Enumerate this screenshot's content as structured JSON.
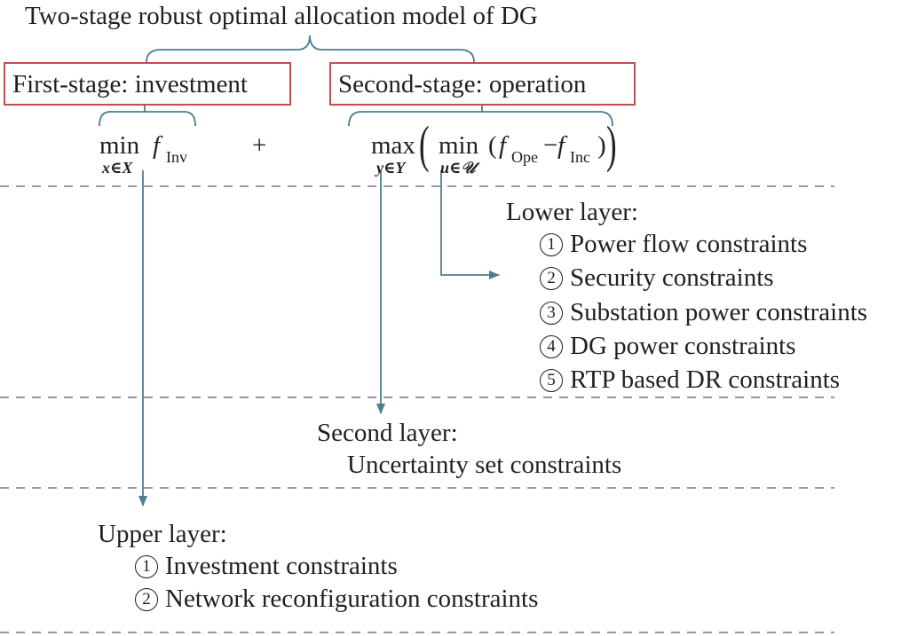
{
  "title": "Two-stage robust optimal allocation model of DG",
  "first_stage": "First-stage: investment",
  "second_stage": "Second-stage: operation",
  "formula": {
    "min": "min",
    "x_in_X": "x∈X",
    "f": "f",
    "inv": "Inv",
    "plus": "+",
    "max": "max",
    "y_in_Y": "y∈Y",
    "min2": "min",
    "u_in_U": "u∈𝒰",
    "open_paren": "(",
    "ope": "Ope",
    "minus": "−",
    "inc": "Inc",
    "close_paren": ")"
  },
  "lower_layer": {
    "heading": "Lower layer:",
    "items": [
      {
        "num": "1",
        "text": "Power flow constraints"
      },
      {
        "num": "2",
        "text": "Security constraints"
      },
      {
        "num": "3",
        "text": "Substation power constraints"
      },
      {
        "num": "4",
        "text": "DG power constraints"
      },
      {
        "num": "5",
        "text": "RTP based DR constraints"
      }
    ]
  },
  "second_layer": {
    "heading": "Second layer:",
    "item": "Uncertainty set constraints"
  },
  "upper_layer": {
    "heading": "Upper layer:",
    "items": [
      {
        "num": "1",
        "text": "Investment constraints"
      },
      {
        "num": "2",
        "text": "Network reconfiguration constraints"
      }
    ]
  },
  "colors": {
    "box_border": "#c0504d",
    "connector": "#4a7f8f",
    "dashed_line": "#7a6f93",
    "text": "#231f20"
  }
}
